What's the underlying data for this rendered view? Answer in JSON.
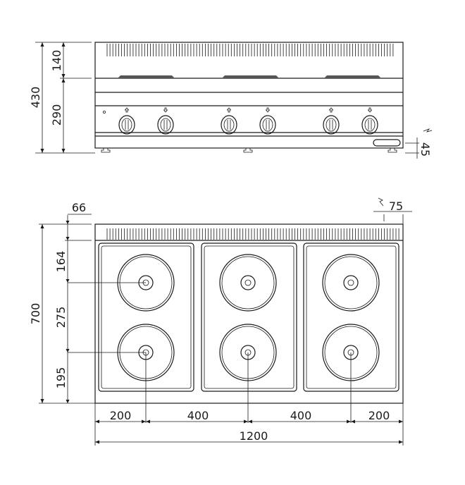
{
  "front_view": {
    "dimensions": {
      "total_height": "430",
      "upper": "140",
      "lower": "290",
      "feet": "45"
    },
    "knob_count": 6,
    "plate_count": 3
  },
  "top_view": {
    "dimensions": {
      "depth": "700",
      "back": "66",
      "rear_offset": "164",
      "burner_spacing": "275",
      "front_offset": "195",
      "connection": "75",
      "widths": [
        "200",
        "400",
        "400",
        "200"
      ],
      "total_width": "1200"
    },
    "zones": 3,
    "burners_per_zone": 2
  },
  "colors": {
    "line": "#1a1a1a",
    "plate": "#555555"
  }
}
